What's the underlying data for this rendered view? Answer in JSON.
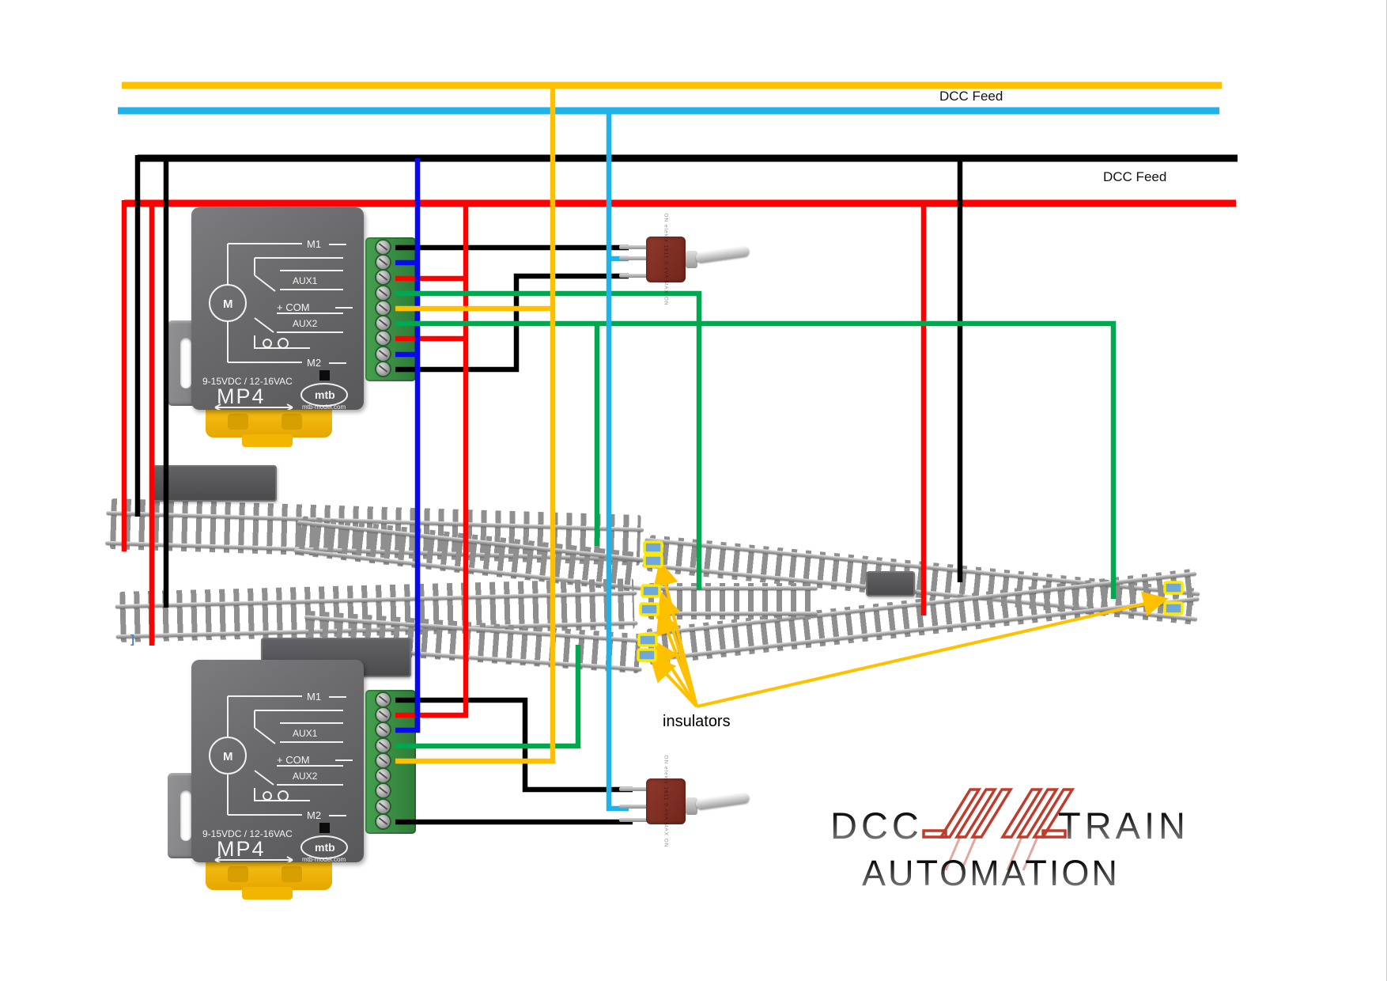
{
  "labels": {
    "dcc_feed_accessory": "DCC Feed",
    "dcc_feed_track": "DCC Feed",
    "insulators": "insulators",
    "stray_bracket": "]"
  },
  "decoder": {
    "terminal_m1": "M1",
    "terminal_aux1": "AUX1",
    "terminal_com": "+ COM",
    "terminal_aux2": "AUX2",
    "terminal_m2": "M2",
    "motor": "M",
    "power_rating": "9-15VDC / 12-16VAC",
    "model": "MP4",
    "brand": "mtb",
    "website": "mtb-model.com"
  },
  "toggle_switch": {
    "marking": "ON elekis 1811 0.4VA MAX ON"
  },
  "logo": {
    "dcc": "DCC",
    "train": "TRAIN",
    "automation": "AUTOMATION"
  },
  "colors": {
    "feed_yellow": "#FFC000",
    "feed_cyan": "#1FB2EB",
    "feed_black": "#000000",
    "feed_red": "#FF0000",
    "wire_blue": "#0909EE",
    "wire_green": "#00A84F",
    "insulator_fill": "#6FA8DC",
    "insulator_stroke": "#FFE800",
    "arrow_orange": "#FFC000",
    "switch_body": "#8E382C",
    "logo_red": "#C23B2A",
    "track_tie": "#8F8F8F"
  }
}
